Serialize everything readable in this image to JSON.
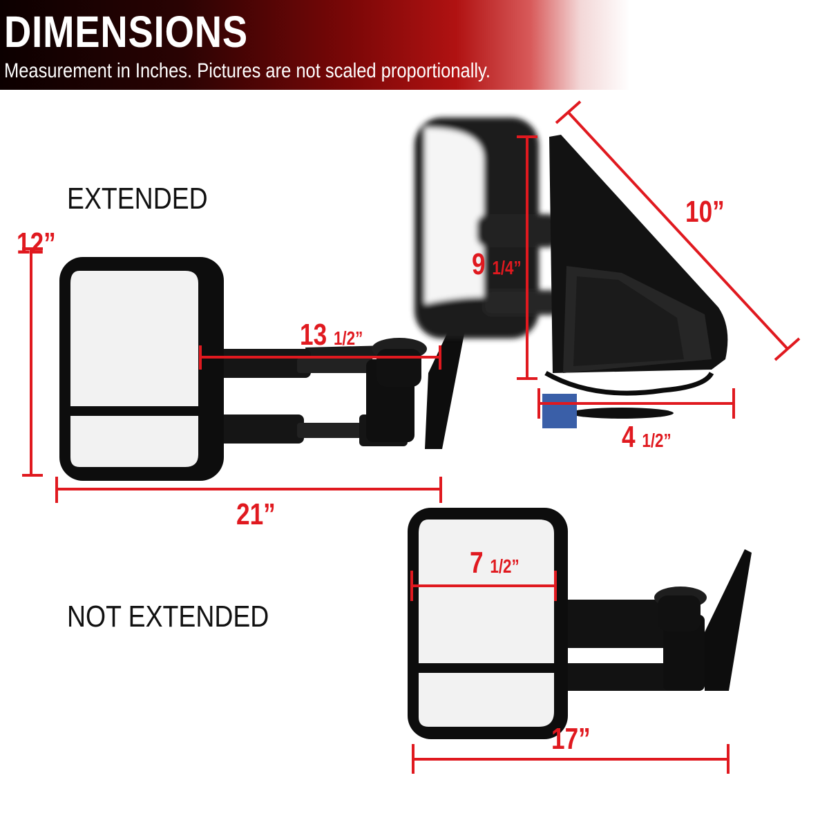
{
  "header": {
    "title": "DIMENSIONS",
    "subtitle": "Measurement in Inches. Pictures are not scaled proportionally."
  },
  "labels": {
    "extended": "EXTENDED",
    "not_extended": "NOT EXTENDED"
  },
  "dimensions": {
    "extended_height": "12”",
    "extended_width": "21”",
    "arm_length_whole": "13",
    "arm_length_frac": "1/2”",
    "side_height_whole": "9",
    "side_height_frac": "1/4”",
    "diagonal": "10”",
    "base_width_whole": "4",
    "base_width_frac": "1/2”",
    "glass_width_whole": "7",
    "glass_width_frac": "1/2”",
    "retracted_width": "17”"
  },
  "colors": {
    "accent": "#e0191f",
    "mirror_body": "#111111",
    "glass": "#f2f2f2"
  }
}
